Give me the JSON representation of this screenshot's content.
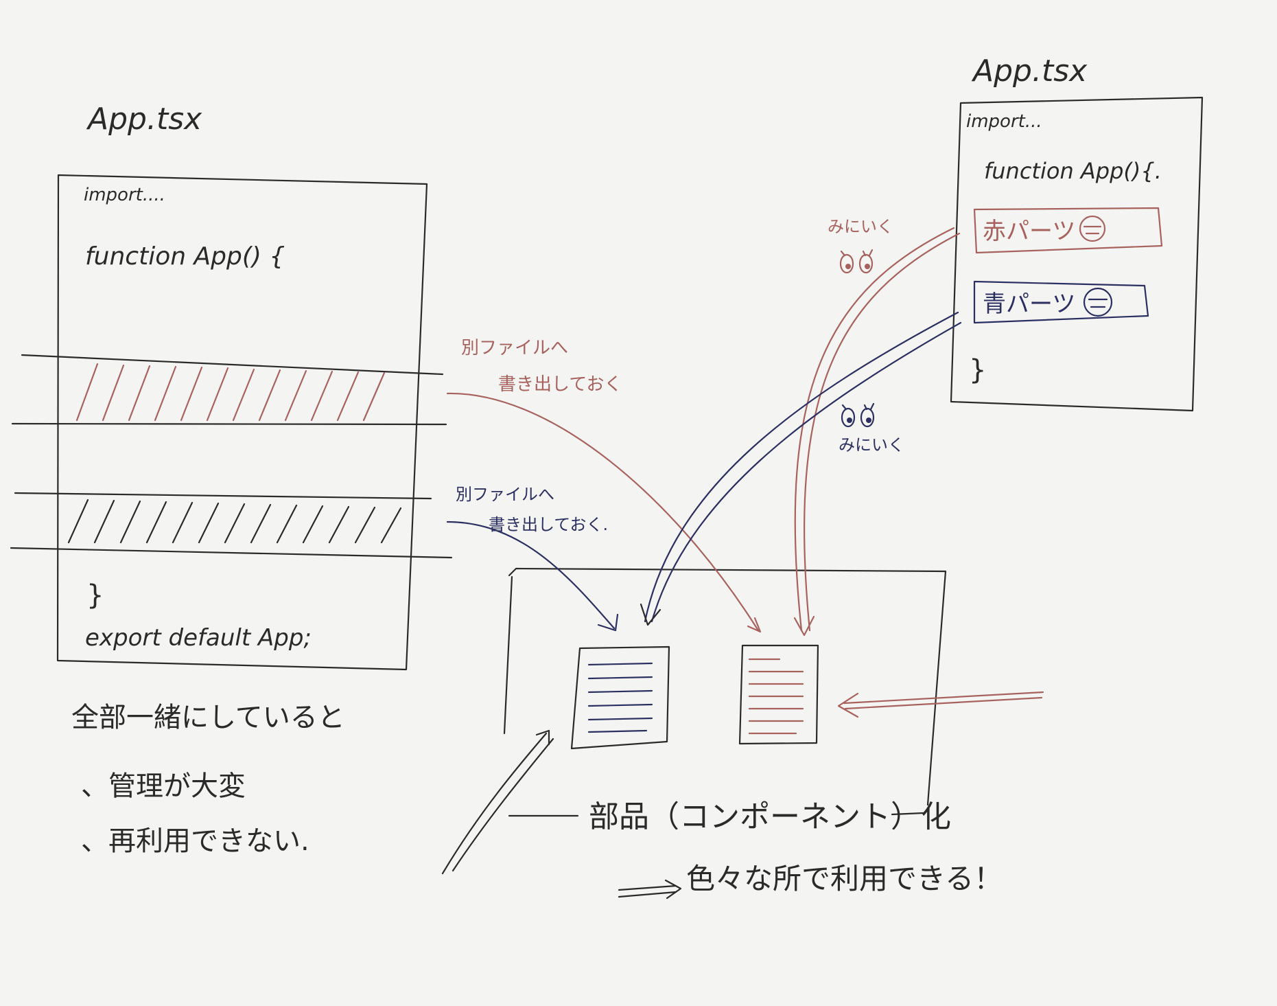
{
  "left_panel": {
    "title": "App.tsx",
    "import_line": "import....",
    "function_line": "function App() {",
    "closing_brace": "}",
    "export_line": "export  default  App;"
  },
  "right_panel": {
    "title": "App.tsx",
    "import_line": "import...",
    "function_line": "function App(){.",
    "red_part_label": "赤パーツ",
    "blue_part_label": "青パーツ",
    "closing_brace": "}"
  },
  "annotations": {
    "red_move_line1": "別ファイルへ",
    "red_move_line2": "書き出しておく",
    "blue_move_line1": "別ファイルへ",
    "blue_move_line2": "書き出しておく.",
    "look_red": "みにいく",
    "look_blue": "みにいく"
  },
  "component_box": {
    "caption": "部品（コンポーネント）化"
  },
  "notes": {
    "heading": "全部一緒にしていると",
    "bullet_1": "、管理が大変",
    "bullet_2": "、再利用できない.",
    "conclusion": "色々な所で利用できる！"
  },
  "colors": {
    "ink": "#2a2a2a",
    "red_ink": "#a8625e",
    "blue_ink": "#2c2f62",
    "paper": "#f4f4f2"
  }
}
